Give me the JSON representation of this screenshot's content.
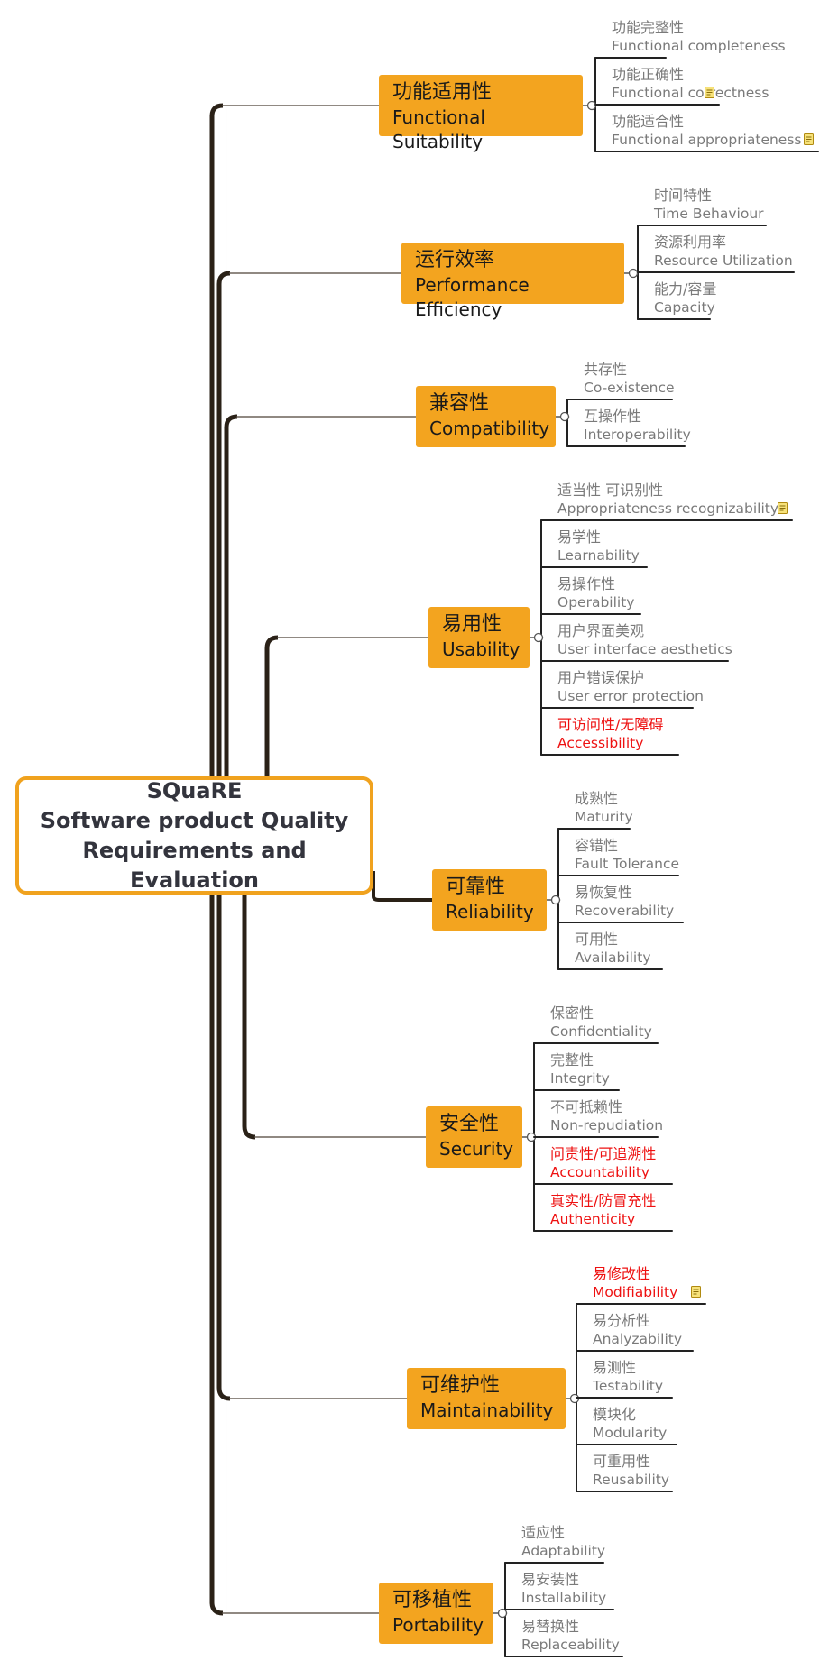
{
  "root": {
    "line1": "SQuaRE",
    "line2": "Software product Quality",
    "line3": "Requirements and Evaluation"
  },
  "colors": {
    "branch_fill": "#f3a41f",
    "root_border": "#f0a21e",
    "trunk": "#2a2117",
    "leaf_text": "#7a7a7a",
    "highlight_text": "#ee1111"
  },
  "branches": [
    {
      "cn": "功能适用性",
      "en": "Functional Suitability",
      "leaves": [
        {
          "cn": "功能完整性",
          "en": "Functional completeness",
          "highlight": false,
          "note": false
        },
        {
          "cn": "功能正确性",
          "en": "Functional correctness",
          "highlight": false,
          "note": true
        },
        {
          "cn": "功能适合性",
          "en": "Functional appropriateness",
          "highlight": false,
          "note": true
        }
      ]
    },
    {
      "cn": "运行效率",
      "en": "Performance Efficiency",
      "leaves": [
        {
          "cn": "时间特性",
          "en": "Time Behaviour",
          "highlight": false,
          "note": false
        },
        {
          "cn": "资源利用率",
          "en": "Resource Utilization",
          "highlight": false,
          "note": false
        },
        {
          "cn": "能力/容量",
          "en": "Capacity",
          "highlight": false,
          "note": false
        }
      ]
    },
    {
      "cn": "兼容性",
      "en": "Compatibility",
      "leaves": [
        {
          "cn": "共存性",
          "en": "Co-existence",
          "highlight": false,
          "note": false
        },
        {
          "cn": "互操作性",
          "en": "Interoperability",
          "highlight": false,
          "note": false
        }
      ]
    },
    {
      "cn": "易用性",
      "en": "Usability",
      "leaves": [
        {
          "cn": "适当性 可识别性",
          "en": "Appropriateness recognizability",
          "highlight": false,
          "note": true
        },
        {
          "cn": "易学性",
          "en": "Learnability",
          "highlight": false,
          "note": false
        },
        {
          "cn": "易操作性",
          "en": "Operability",
          "highlight": false,
          "note": false
        },
        {
          "cn": "用户界面美观",
          "en": "User interface aesthetics",
          "highlight": false,
          "note": false
        },
        {
          "cn": "用户错误保护",
          "en": "User error protection",
          "highlight": false,
          "note": false
        },
        {
          "cn": "可访问性/无障碍",
          "en": "Accessibility",
          "highlight": true,
          "note": false
        }
      ]
    },
    {
      "cn": "可靠性",
      "en": "Reliability",
      "leaves": [
        {
          "cn": "成熟性",
          "en": "Maturity",
          "highlight": false,
          "note": false
        },
        {
          "cn": "容错性",
          "en": "Fault Tolerance",
          "highlight": false,
          "note": false
        },
        {
          "cn": "易恢复性",
          "en": "Recoverability",
          "highlight": false,
          "note": false
        },
        {
          "cn": "可用性",
          "en": "Availability",
          "highlight": false,
          "note": false
        }
      ]
    },
    {
      "cn": "安全性",
      "en": "Security",
      "leaves": [
        {
          "cn": "保密性",
          "en": "Confidentiality",
          "highlight": false,
          "note": false
        },
        {
          "cn": "完整性",
          "en": "Integrity",
          "highlight": false,
          "note": false
        },
        {
          "cn": "不可抵赖性",
          "en": "Non-repudiation",
          "highlight": false,
          "note": false
        },
        {
          "cn": "问责性/可追溯性",
          "en": "Accountability",
          "highlight": true,
          "note": false
        },
        {
          "cn": "真实性/防冒充性",
          "en": "Authenticity",
          "highlight": true,
          "note": false
        }
      ]
    },
    {
      "cn": "可维护性",
      "en": "Maintainability",
      "leaves": [
        {
          "cn": "易修改性",
          "en": "Modifiability",
          "highlight": true,
          "note": true
        },
        {
          "cn": "易分析性",
          "en": "Analyzability",
          "highlight": false,
          "note": false
        },
        {
          "cn": "易测性",
          "en": "Testability",
          "highlight": false,
          "note": false
        },
        {
          "cn": "模块化",
          "en": "Modularity",
          "highlight": false,
          "note": false
        },
        {
          "cn": "可重用性",
          "en": "Reusability",
          "highlight": false,
          "note": false
        }
      ]
    },
    {
      "cn": "可移植性",
      "en": "Portability",
      "leaves": [
        {
          "cn": "适应性",
          "en": "Adaptability",
          "highlight": false,
          "note": false
        },
        {
          "cn": "易安装性",
          "en": "Installability",
          "highlight": false,
          "note": false
        },
        {
          "cn": "易替换性",
          "en": "Replaceability",
          "highlight": false,
          "note": false
        }
      ]
    }
  ]
}
